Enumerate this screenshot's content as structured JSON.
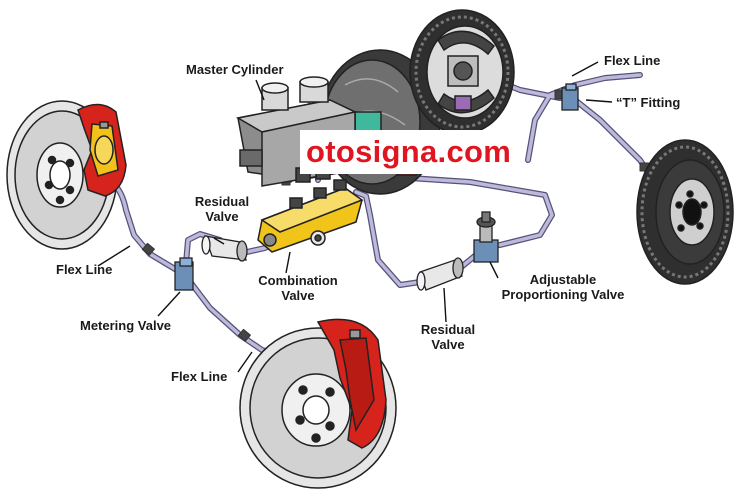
{
  "labels": {
    "master_cylinder": "Master Cylinder",
    "flex_line_top_right": "Flex Line",
    "t_fitting": "“T” Fitting",
    "residual_valve_left": "Residual\nValve",
    "flex_line_left": "Flex Line",
    "combination_valve": "Combination\nValve",
    "adjustable_proportioning_valve": "Adjustable\nProportioning Valve",
    "metering_valve": "Metering Valve",
    "residual_valve_bottom": "Residual\nValve",
    "flex_line_bottom": "Flex Line"
  },
  "watermark": {
    "text": "otosigna.com",
    "color": "#e0151f"
  },
  "colors": {
    "line": "#b9b5d6",
    "caliper_red": "#d6231c",
    "caliper_yellow": "#f2c21a",
    "valve_yellow": "#f0c419",
    "disc_grey": "#cfcfcf",
    "drum_dark": "#333333",
    "fitting_blue": "#6b8fb6"
  }
}
